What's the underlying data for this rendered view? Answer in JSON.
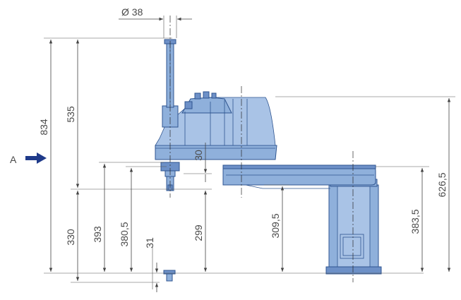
{
  "labels": {
    "diameter": "Ø 38",
    "overall_height": "834",
    "stroke_height": "535",
    "flange_height": "30",
    "view_label": "A",
    "right_height": "626,5",
    "arm_height": "383,5",
    "base_height": "330",
    "tool_393": "393",
    "tool_380_5": "380,5",
    "tool_31": "31",
    "tool_299": "299",
    "arm_309_5": "309,5"
  },
  "colors": {
    "robot_fill": "#8fb0db",
    "robot_outline": "#2f5590",
    "arrow": "#1f3a8a"
  },
  "icons": {
    "view_arrow": "arrow-right-icon"
  }
}
